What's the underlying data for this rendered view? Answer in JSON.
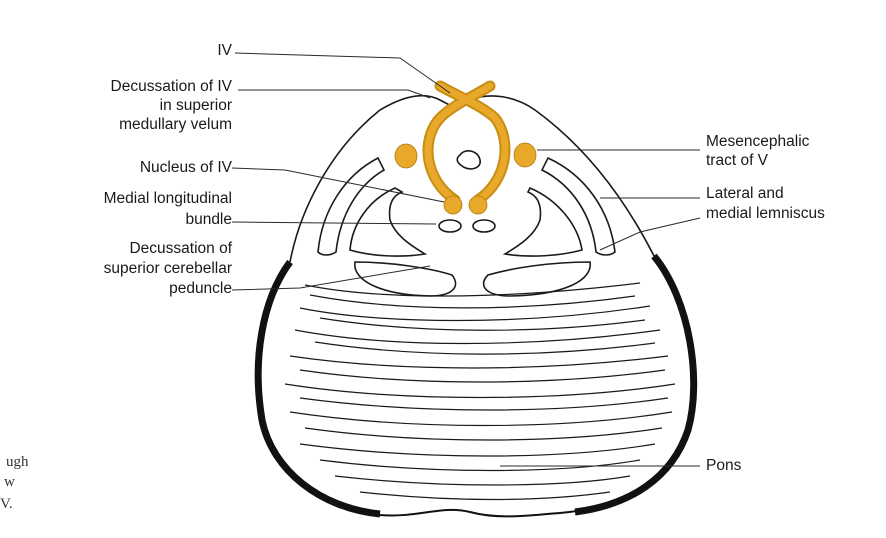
{
  "diagram": {
    "labels": {
      "iv": "IV",
      "decussation_iv_1": "Decussation of IV",
      "decussation_iv_2": "in superior",
      "decussation_iv_3": "medullary velum",
      "nucleus_iv": "Nucleus of IV",
      "mlf_1": "Medial longitudinal",
      "mlf_2": "bundle",
      "dscp_1": "Decussation of",
      "dscp_2": "superior cerebellar",
      "dscp_3": "peduncle",
      "mesencephalic_1": "Mesencephalic",
      "mesencephalic_2": "tract of V",
      "lemniscus_1": "Lateral and",
      "lemniscus_2": "medial lemniscus",
      "pons": "Pons"
    },
    "caption_fragments": [
      "ugh",
      "w",
      "V."
    ],
    "colors": {
      "nerve": "#e8a82a",
      "outline": "#1a1a1a"
    }
  }
}
